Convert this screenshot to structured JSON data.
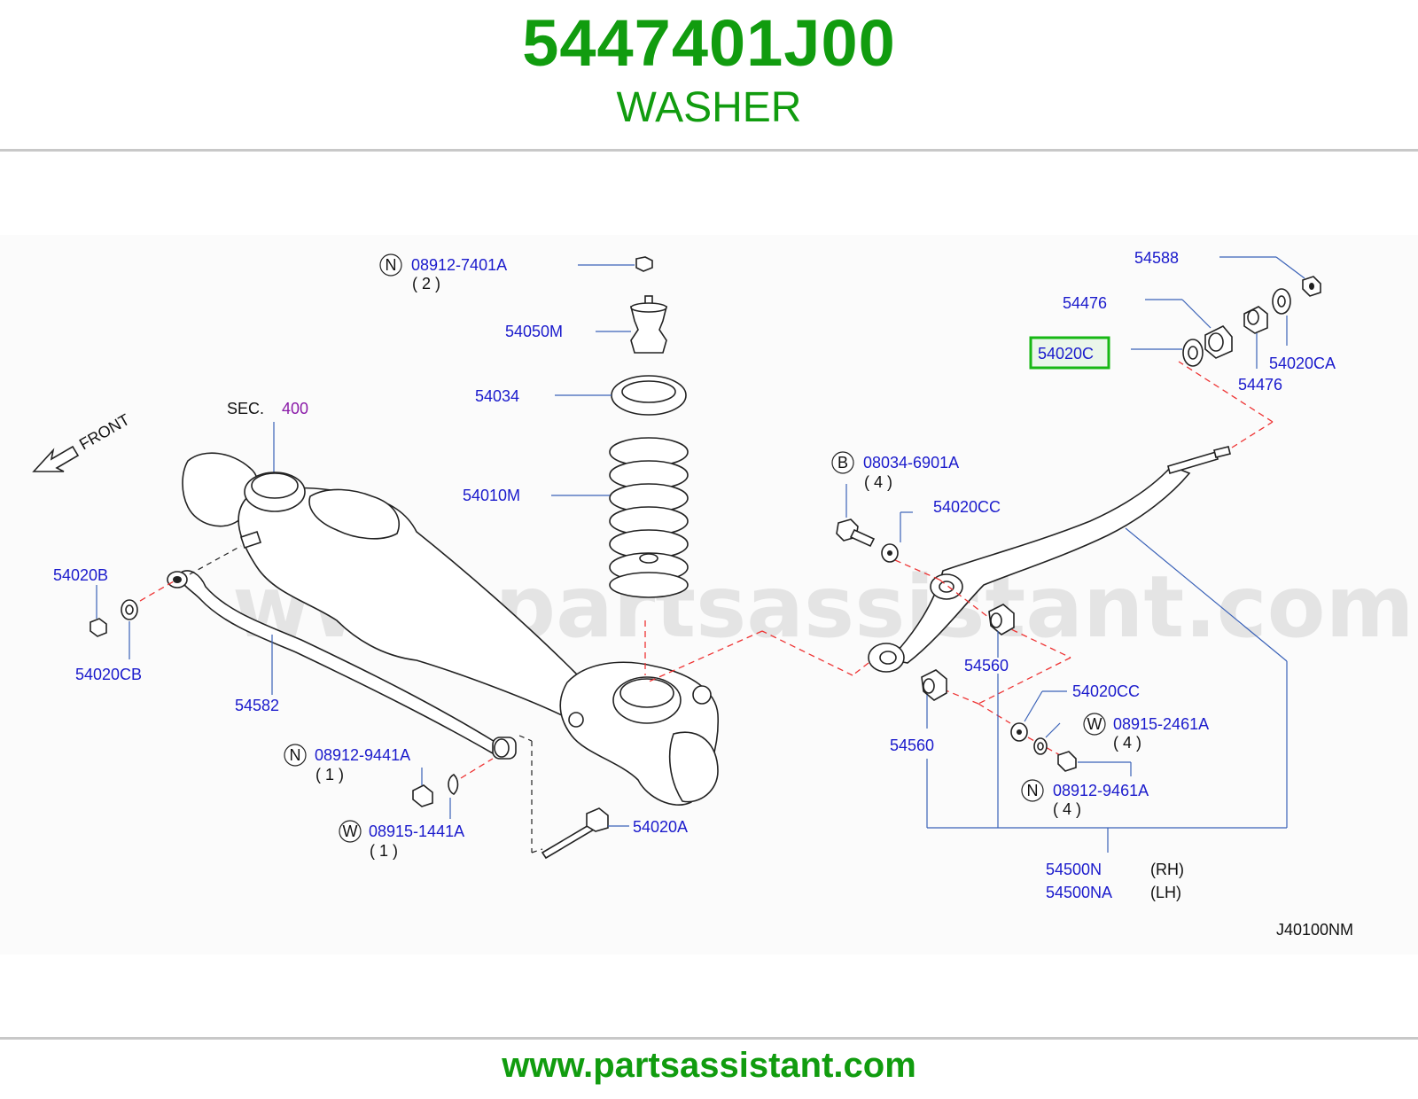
{
  "header": {
    "part_number": "5447401J00",
    "part_name": "WASHER"
  },
  "diagram": {
    "watermark": "www.partsassistant.com",
    "front_label": "FRONT",
    "section": {
      "label": "SEC.",
      "number": "400"
    },
    "code": "J40100NM",
    "highlighted_part": "54020C",
    "callouts": {
      "n_08912_7401a": {
        "prefix": "N",
        "part": "08912-7401A",
        "qty": "( 2 )"
      },
      "p_54050m": "54050M",
      "p_54034": "54034",
      "p_54010m": "54010M",
      "p_54588": "54588",
      "p_54476_top": "54476",
      "p_54020c": "54020C",
      "p_54020ca": "54020CA",
      "p_54476_bottom": "54476",
      "b_08034_6901a": {
        "prefix": "B",
        "part": "08034-6901A",
        "qty": "( 4 )"
      },
      "p_54020cc_top": "54020CC",
      "p_54020b": "54020B",
      "p_54020cb": "54020CB",
      "p_54582": "54582",
      "p_54560_right": "54560",
      "p_54560_left": "54560",
      "p_54020cc_bottom": "54020CC",
      "w_08915_2461a": {
        "prefix": "W",
        "part": "08915-2461A",
        "qty": "( 4 )"
      },
      "n_08912_9461a": {
        "prefix": "N",
        "part": "08912-9461A",
        "qty": "( 4 )"
      },
      "n_08912_9441a": {
        "prefix": "N",
        "part": "08912-9441A",
        "qty": "( 1 )"
      },
      "w_08915_1441a": {
        "prefix": "W",
        "part": "08915-1441A",
        "qty": "( 1 )"
      },
      "p_54020a": "54020A",
      "p_54500n": {
        "part": "54500N",
        "side": "(RH)"
      },
      "p_54500na": {
        "part": "54500NA",
        "side": "(LH)"
      }
    }
  },
  "footer": {
    "url": "www.partsassistant.com"
  },
  "colors": {
    "brand_green": "#119c0f",
    "part_number_blue": "#1a1acc",
    "highlight": "#17b814",
    "leader_line": "#3a62b8",
    "dashed_guide": "#e33333"
  }
}
